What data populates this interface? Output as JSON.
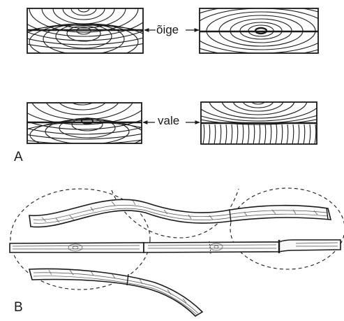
{
  "labels": {
    "good": "õige",
    "bad": "vale",
    "panel_a": "A",
    "panel_b": "B"
  },
  "colors": {
    "ink": "#1a1a1a",
    "paper": "#ffffff"
  }
}
